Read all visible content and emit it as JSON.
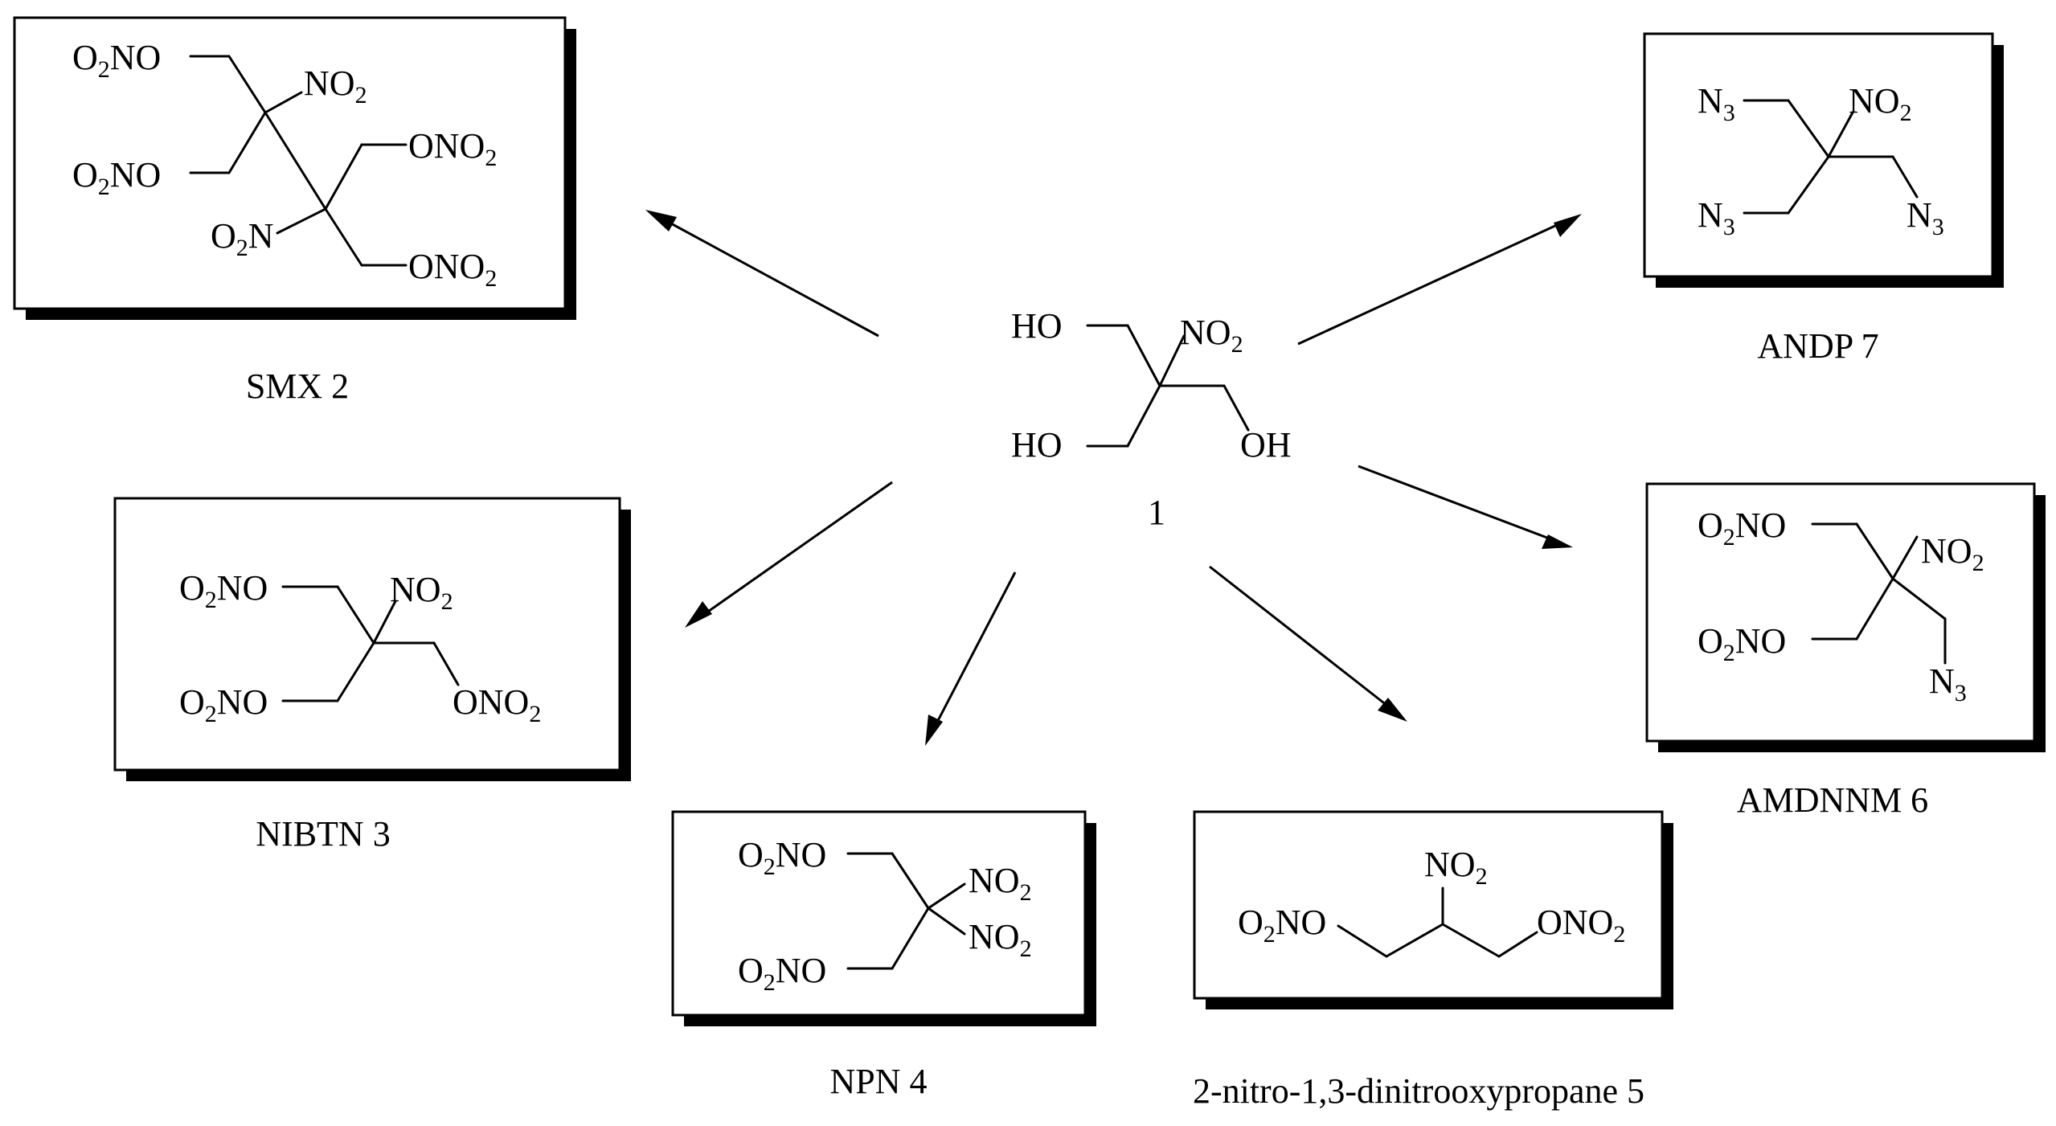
{
  "center": {
    "number": "1",
    "groups": {
      "ho_top": "HO",
      "no2": "NO",
      "ho_bottom": "HO",
      "oh": "OH"
    }
  },
  "compounds": {
    "smx": {
      "caption": "SMX 2",
      "groups": {
        "o2no_1": "O",
        "o2no_2": "O",
        "no2": "NO",
        "ono2_1": "ONO",
        "ono2_2": "ONO",
        "o2n": "O"
      }
    },
    "andp": {
      "caption": "ANDP 7",
      "groups": {
        "n3_1": "N",
        "no2": "NO",
        "n3_2": "N",
        "n3_3": "N"
      }
    },
    "nibtn": {
      "caption": "NIBTN 3",
      "groups": {
        "o2no_1": "O",
        "no2": "NO",
        "o2no_2": "O",
        "ono2": "ONO"
      }
    },
    "amdnnm": {
      "caption": "AMDNNM 6",
      "groups": {
        "o2no_1": "O",
        "no2": "NO",
        "o2no_2": "O",
        "n3": "N"
      }
    },
    "npn": {
      "caption": "NPN 4",
      "groups": {
        "o2no_1": "O",
        "no2_1": "NO",
        "no2_2": "NO",
        "o2no_2": "O"
      }
    },
    "dinitrooxypropane": {
      "caption": "2-nitro-1,3-dinitrooxypropane 5",
      "groups": {
        "no2": "NO",
        "o2no": "O",
        "ono2": "ONO"
      }
    }
  },
  "subscripts": {
    "two": "2",
    "three": "3"
  },
  "fragments": {
    "no": "NO",
    "n": "N"
  },
  "colors": {
    "ink": "#000000",
    "paper": "#ffffff"
  }
}
